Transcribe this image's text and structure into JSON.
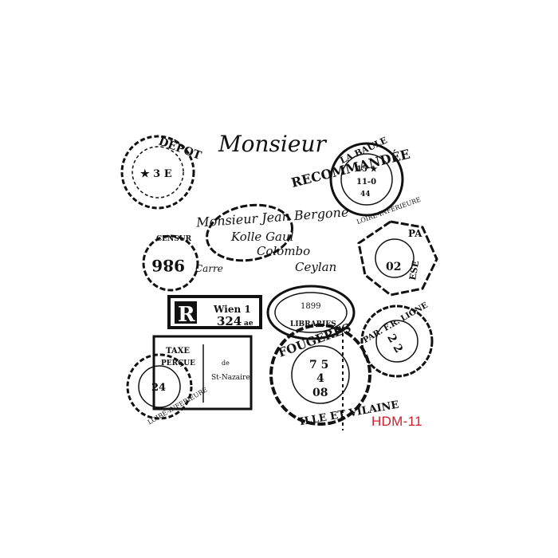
{
  "product_code": "HDM-11",
  "stamps": {
    "recommandee": "RECOMMANDÉE",
    "monsieur": "Monsieur",
    "la_baule": "LA BAULE",
    "la_baule_date_1": "15 ★",
    "la_baule_date_2": "11-0",
    "la_baule_date_3": "44",
    "la_baule_region": "LOIRE-INFERIEURE",
    "topleft_ring": "DÉPOT",
    "topleft_center": "★ 3 E",
    "registered_letter": "R",
    "registered_city": "Wien 1",
    "registered_number": "324",
    "registered_suffix": "ae",
    "taxe_title": "TAXE",
    "taxe_line2": "PERÇUE",
    "taxe_de": "de",
    "taxe_city": "St-Nazaire",
    "libraries": "LIBRARIES",
    "libraries_year": "1899",
    "fougeres_top": "FOUGERES",
    "fougeres_bottom": "ILLE ET VILAINE",
    "fougeres_d1": "7 5",
    "fougeres_d2": "4",
    "fougeres_d3": "08",
    "paris_ring": "PAR. F.R. LIGNE",
    "paris_center": "2 2",
    "hex_top": "PA",
    "hex_side": "ESE",
    "hex_center": "02",
    "small_left_ring": "CENSUR",
    "small_left_center": "986",
    "bottom_left_ring": "LOIRE-INFERIEURE",
    "bottom_left_center": "24"
  },
  "script_lines": {
    "line1": "Monsieur Jean Bergone",
    "line2": "Kolle Gaul",
    "line3": "Colombo",
    "line4": "Ceylan",
    "line5": "Carre"
  }
}
